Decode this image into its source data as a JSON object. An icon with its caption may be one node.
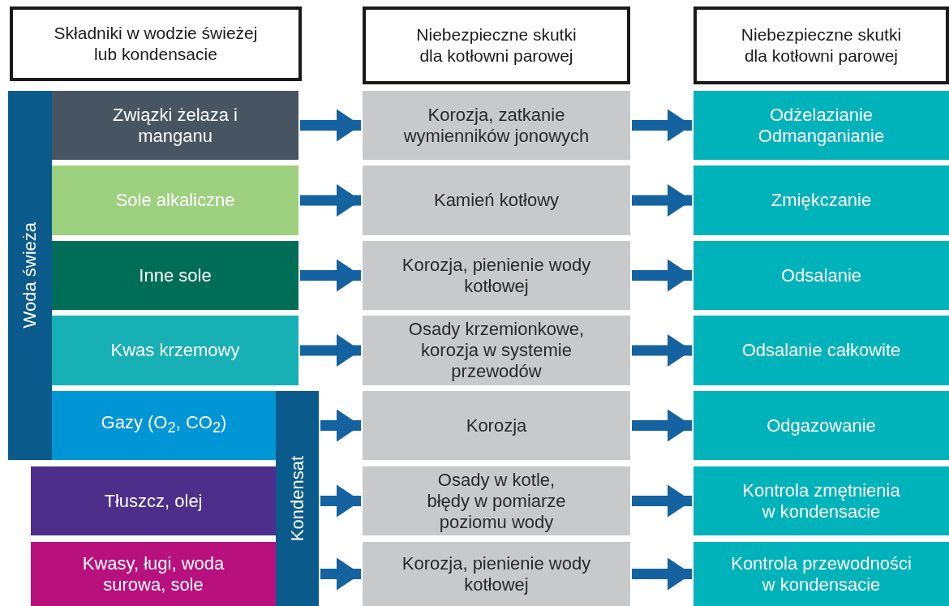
{
  "diagram": {
    "nodes": [
      {
        "text": [
          "Składniki w wodzie świeżej lub kondensacie"
        ]
      },
      {
        "text": [
          "Niebezpieczne skutki dla kotłowni parowej"
        ]
      },
      {
        "text": [
          "Niebezpieczne skutki dla kotłowni parowej"
        ]
      },
      {
        "text": [
          "Woda świeża"
        ]
      },
      {
        "text": [
          "Związki żelaza i manganu"
        ]
      },
      {
        "text": [
          "Sole alkaliczne"
        ]
      },
      {
        "text": [
          "Inne sole"
        ]
      },
      {
        "text": [
          "Kwas krzemowy"
        ]
      },
      {
        "text": [
          "Gazy (O$_{2}$, CO$_{2}$)"
        ]
      },
      {
        "text": [
          "Kondensat"
        ]
      },
      {
        "text": [
          "Tłuszcz, olej"
        ]
      },
      {
        "text": [
          "Kwasy, ługi, woda surowa, sole"
        ]
      },
      {
        "text": [
          "Korozja, zatkanie wymienników jonowych"
        ]
      },
      {
        "text": [
          "Kamień kotłowy"
        ]
      },
      {
        "text": [
          "Korozja, pienienie wody kotłowej"
        ]
      },
      {
        "text": [
          "Osady krzemionkowe, korozja w systemie przewodów"
        ]
      },
      {
        "text": [
          "Korozja"
        ]
      },
      {
        "text": [
          "Osady w kotle, błędy w pomiarze poziomu wody"
        ]
      },
      {
        "text": [
          "Korozja, pienienie wody kotłowej"
        ]
      },
      {
        "text": [
          "Odżelazianie Odmanganianie"
        ]
      },
      {
        "text": [
          "Zmiękczanie"
        ]
      },
      {
        "text": [
          "Odsalanie"
        ]
      },
      {
        "text": [
          "Odsalanie całkowite"
        ]
      },
      {
        "text": [
          "Odgazowanie"
        ]
      },
      {
        "text": [
          "Kontrola zmętnienia w kondensacie"
        ]
      },
      {
        "text": [
          "Kontrola przewodności w kondensacie"
        ]
      }
    ],
    "edges": [
      {
        "from": 4,
        "to": 12,
        "arrow": "to"
      },
      {
        "from": 5,
        "to": 13,
        "arrow": "to"
      },
      {
        "from": 6,
        "to": 14,
        "arrow": "to"
      },
      {
        "from": 7,
        "to": 15,
        "arrow": "to"
      },
      {
        "from": 9,
        "to": 16,
        "arrow": "to"
      },
      {
        "from": 9,
        "to": 17,
        "arrow": "to"
      },
      {
        "from": 9,
        "to": 18,
        "arrow": "to"
      },
      {
        "from": 12,
        "to": 19,
        "arrow": "to"
      },
      {
        "from": 13,
        "to": 20,
        "arrow": "to"
      },
      {
        "from": 14,
        "to": 21,
        "arrow": "to"
      },
      {
        "from": 15,
        "to": 22,
        "arrow": "to"
      },
      {
        "from": 16,
        "to": 23,
        "arrow": "to"
      },
      {
        "from": 17,
        "to": 24,
        "arrow": "to"
      },
      {
        "from": 18,
        "to": 25,
        "arrow": "to"
      }
    ]
  }
}
